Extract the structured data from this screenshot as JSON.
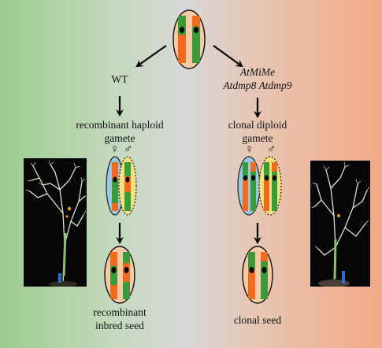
{
  "labels": {
    "wt": "WT",
    "mutant_line1": "AtMiMe",
    "mutant_line2": "Atdmp8 Atdmp9",
    "recombinant_gamete_line1": "recombinant haploid",
    "recombinant_gamete_line2": "gamete",
    "clonal_gamete_line1": "clonal diploid",
    "clonal_gamete_line2": "gamete",
    "recombinant_seed_line1": "recombinant",
    "recombinant_seed_line2": "inbred seed",
    "clonal_seed": "clonal seed"
  },
  "symbols": {
    "female": "♀",
    "male": "♂"
  },
  "colors": {
    "green_chromosome": "#3a9b3a",
    "orange_chromosome": "#f06b1e",
    "parent_cell": "#f7c9a4",
    "female_gamete": "#9cc6e6",
    "male_gamete": "#f5e27a",
    "arrow": "#000000"
  }
}
